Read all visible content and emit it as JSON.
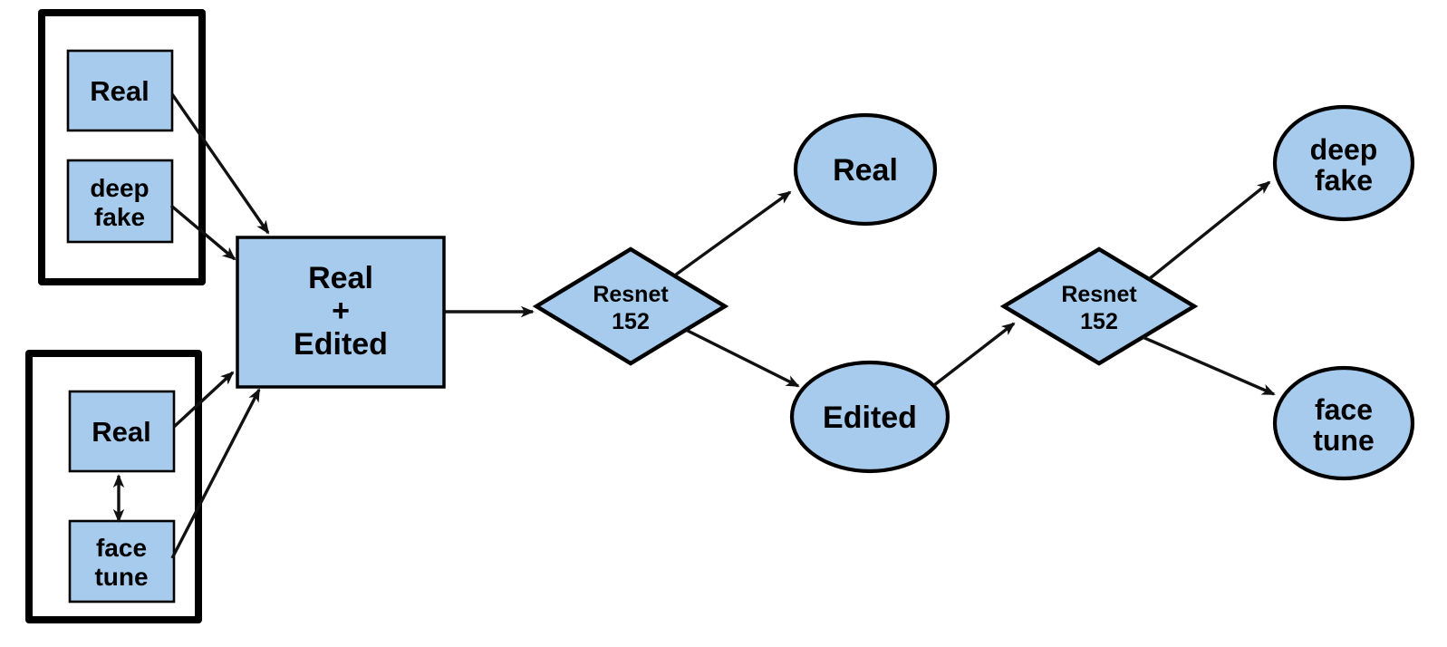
{
  "colors": {
    "node_fill": "#A6CBEC",
    "node_stroke": "#000000",
    "container_stroke": "#000000",
    "arrow": "#111111",
    "background": "#FFFFFF"
  },
  "nodes": {
    "top_real": {
      "label": "Real"
    },
    "top_deep_fake": {
      "line1": "deep",
      "line2": "fake"
    },
    "bottom_real": {
      "label": "Real"
    },
    "bottom_face_tune": {
      "line1": "face",
      "line2": "tune"
    },
    "combined": {
      "line1": "Real",
      "line2": "+",
      "line3": "Edited"
    },
    "classifier1": {
      "line1": "Resnet",
      "line2": "152"
    },
    "classifier2": {
      "line1": "Resnet",
      "line2": "152"
    },
    "out_real": {
      "label": "Real"
    },
    "out_edited": {
      "label": "Edited"
    },
    "out_deep_fake": {
      "line1": "deep",
      "line2": "fake"
    },
    "out_face_tune": {
      "line1": "face",
      "line2": "tune"
    }
  }
}
